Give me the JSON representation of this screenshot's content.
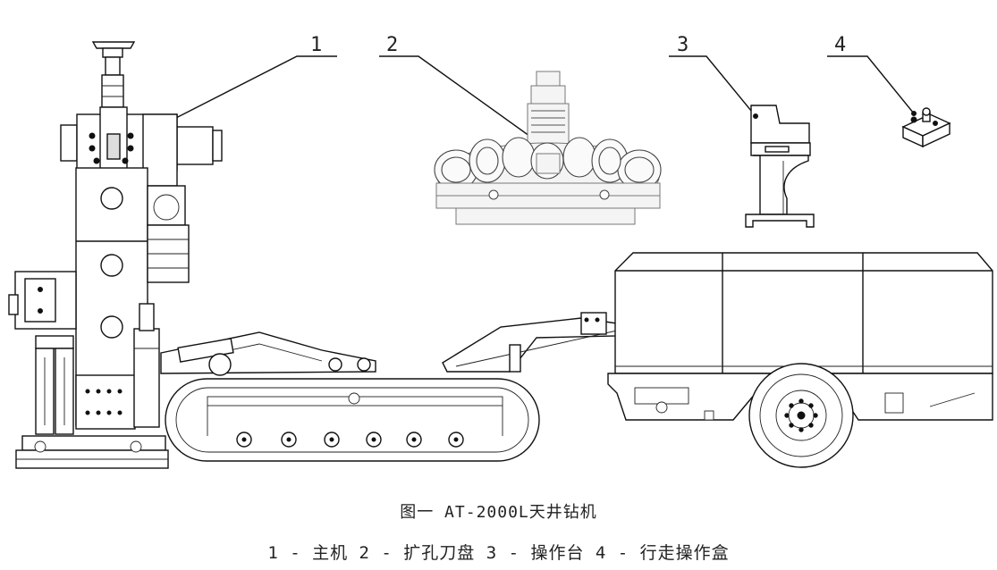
{
  "figure": {
    "title": "图一    AT-2000L天井钻机",
    "legend": "1 - 主机   2 - 扩孔刀盘   3 - 操作台   4 - 行走操作盒"
  },
  "callouts": [
    {
      "number": "1"
    },
    {
      "number": "2"
    },
    {
      "number": "3"
    },
    {
      "number": "4"
    }
  ]
}
